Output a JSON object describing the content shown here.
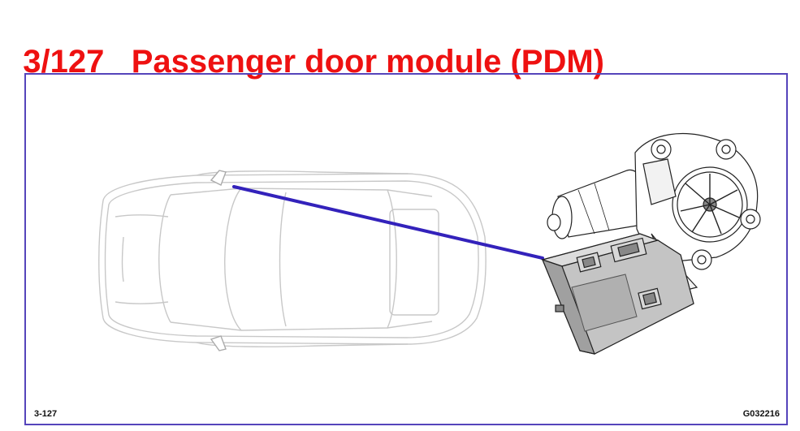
{
  "title": {
    "number": "3/127",
    "text": "Passenger door module (PDM)"
  },
  "figure": {
    "label_left": "3-127",
    "label_right": "G032216"
  },
  "colors": {
    "title": "#ee1111",
    "frame": "#5544bb",
    "pointer": "#3322bb",
    "car_outline": "#c8c8c8",
    "module_fill": "#c4c4c4"
  },
  "icons": {
    "car": "car-top-view-icon",
    "motor": "window-motor-icon",
    "module": "door-module-icon"
  }
}
